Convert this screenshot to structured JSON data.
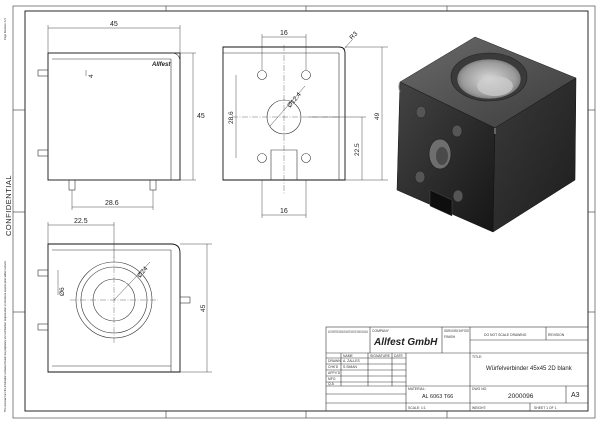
{
  "sheet": {
    "left_label": "CONFIDENTIAL",
    "corner_note": "Page Revision: 1/1",
    "disclaimer": "This document and the information contained therein are proprietary and confidential. Reproduction or disclosure requires prior written consent."
  },
  "views": {
    "front": {
      "logo": "Allfest",
      "dims": {
        "width": "45",
        "height": "45",
        "hole": "4",
        "bottom": "28.6"
      }
    },
    "side": {
      "dims": {
        "top": "16",
        "radius": "R3",
        "bore": "Ø12.4",
        "left": "28.6",
        "height": "49",
        "right": "22.5",
        "bottom": "16"
      }
    },
    "top": {
      "dims": {
        "width": "22.5",
        "bore": "Ø24",
        "hole": "Ø6",
        "height": "45"
      }
    }
  },
  "title_block": {
    "notes": "UNLESS OTHERWISE SPECIFIED: DIMENSIONS ARE IN MILLIMETERS, SURFACE FINISH, TOLERANCES: LINEAR: ANGULAR:",
    "company_label": "COMPANY",
    "company": "Allfest GmbH",
    "deburr": "DEBURR AND BREAK SHARP EDGES",
    "finish_label": "FINISH",
    "dwg_label": "DO NOT SCALE DRAWING",
    "revision_label": "REVISION",
    "rows": [
      "DRAWN",
      "CHK'D",
      "APPV'D",
      "MFG",
      "Q.A"
    ],
    "name_col": "NAME",
    "sign_col": "SIGNATURE",
    "date_col": "DATE",
    "drawn_by": "A. ZALLES",
    "checked_by": "S.SIMAN",
    "title_label": "TITLE:",
    "title": "Würfelverbinder 45x45 2D blank",
    "material_label": "MATERIAL:",
    "material": "AL 6063 T66",
    "dwg_no_label": "DWG NO.",
    "dwg_no": "2000096",
    "size": "A3",
    "weight_label": "WEIGHT:",
    "scale_label": "SCALE: 1:1",
    "sheet_label": "SHEET 1 OF 1"
  }
}
